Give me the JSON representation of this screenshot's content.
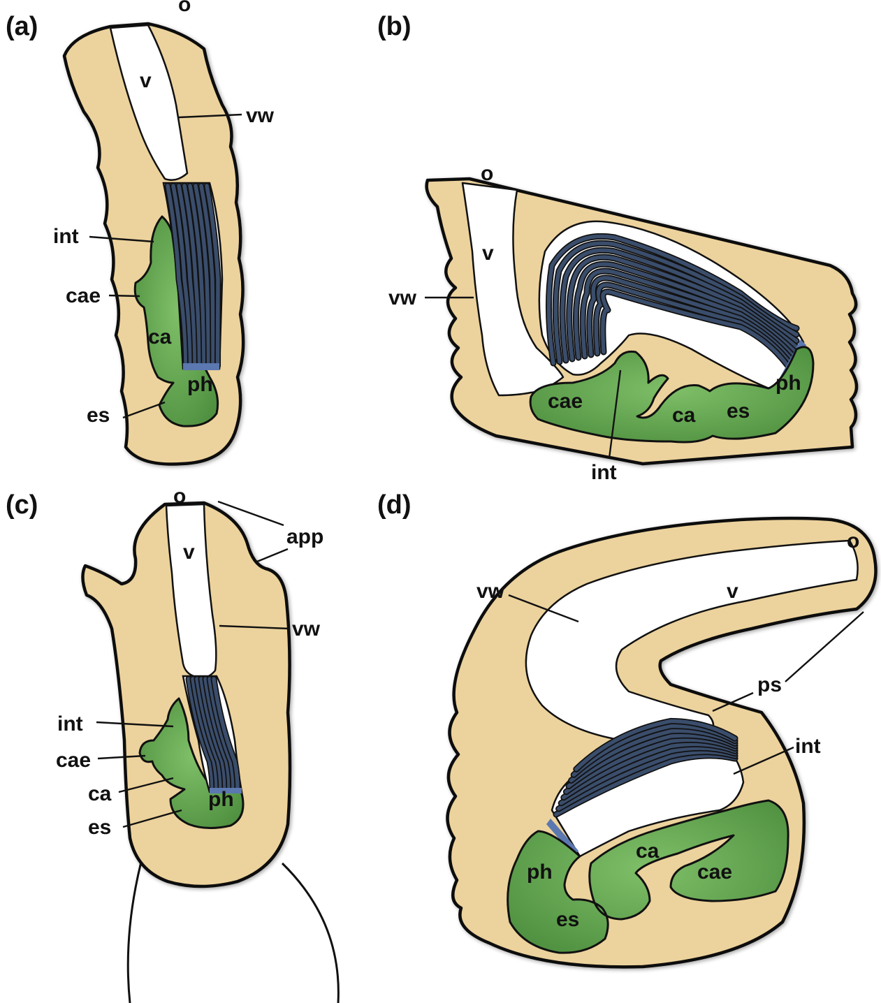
{
  "colors": {
    "body": "#ecd29c",
    "gut": "#6dab56",
    "pharynx": "#3a4d6b",
    "pharynx_base": "#5b78b0",
    "cavity": "#ffffff",
    "outline": "#111111"
  },
  "panels": [
    {
      "letter": "(a)",
      "labels": {
        "o": "o",
        "v": "v",
        "vw": "vw",
        "int": "int",
        "cae": "cae",
        "ca": "ca",
        "ph": "ph",
        "es": "es"
      }
    },
    {
      "letter": "(b)",
      "labels": {
        "o": "o",
        "v": "v",
        "vw": "vw",
        "int": "int",
        "cae": "cae",
        "ca": "ca",
        "es": "es",
        "ph": "ph"
      }
    },
    {
      "letter": "(c)",
      "labels": {
        "o": "o",
        "v": "v",
        "vw": "vw",
        "app": "app",
        "int": "int",
        "cae": "cae",
        "ca": "ca",
        "es": "es",
        "ph": "ph"
      }
    },
    {
      "letter": "(d)",
      "labels": {
        "o": "o",
        "v": "v",
        "vw": "vw",
        "ps": "ps",
        "int": "int",
        "ph": "ph",
        "es": "es",
        "ca": "ca",
        "cae": "cae"
      }
    }
  ]
}
